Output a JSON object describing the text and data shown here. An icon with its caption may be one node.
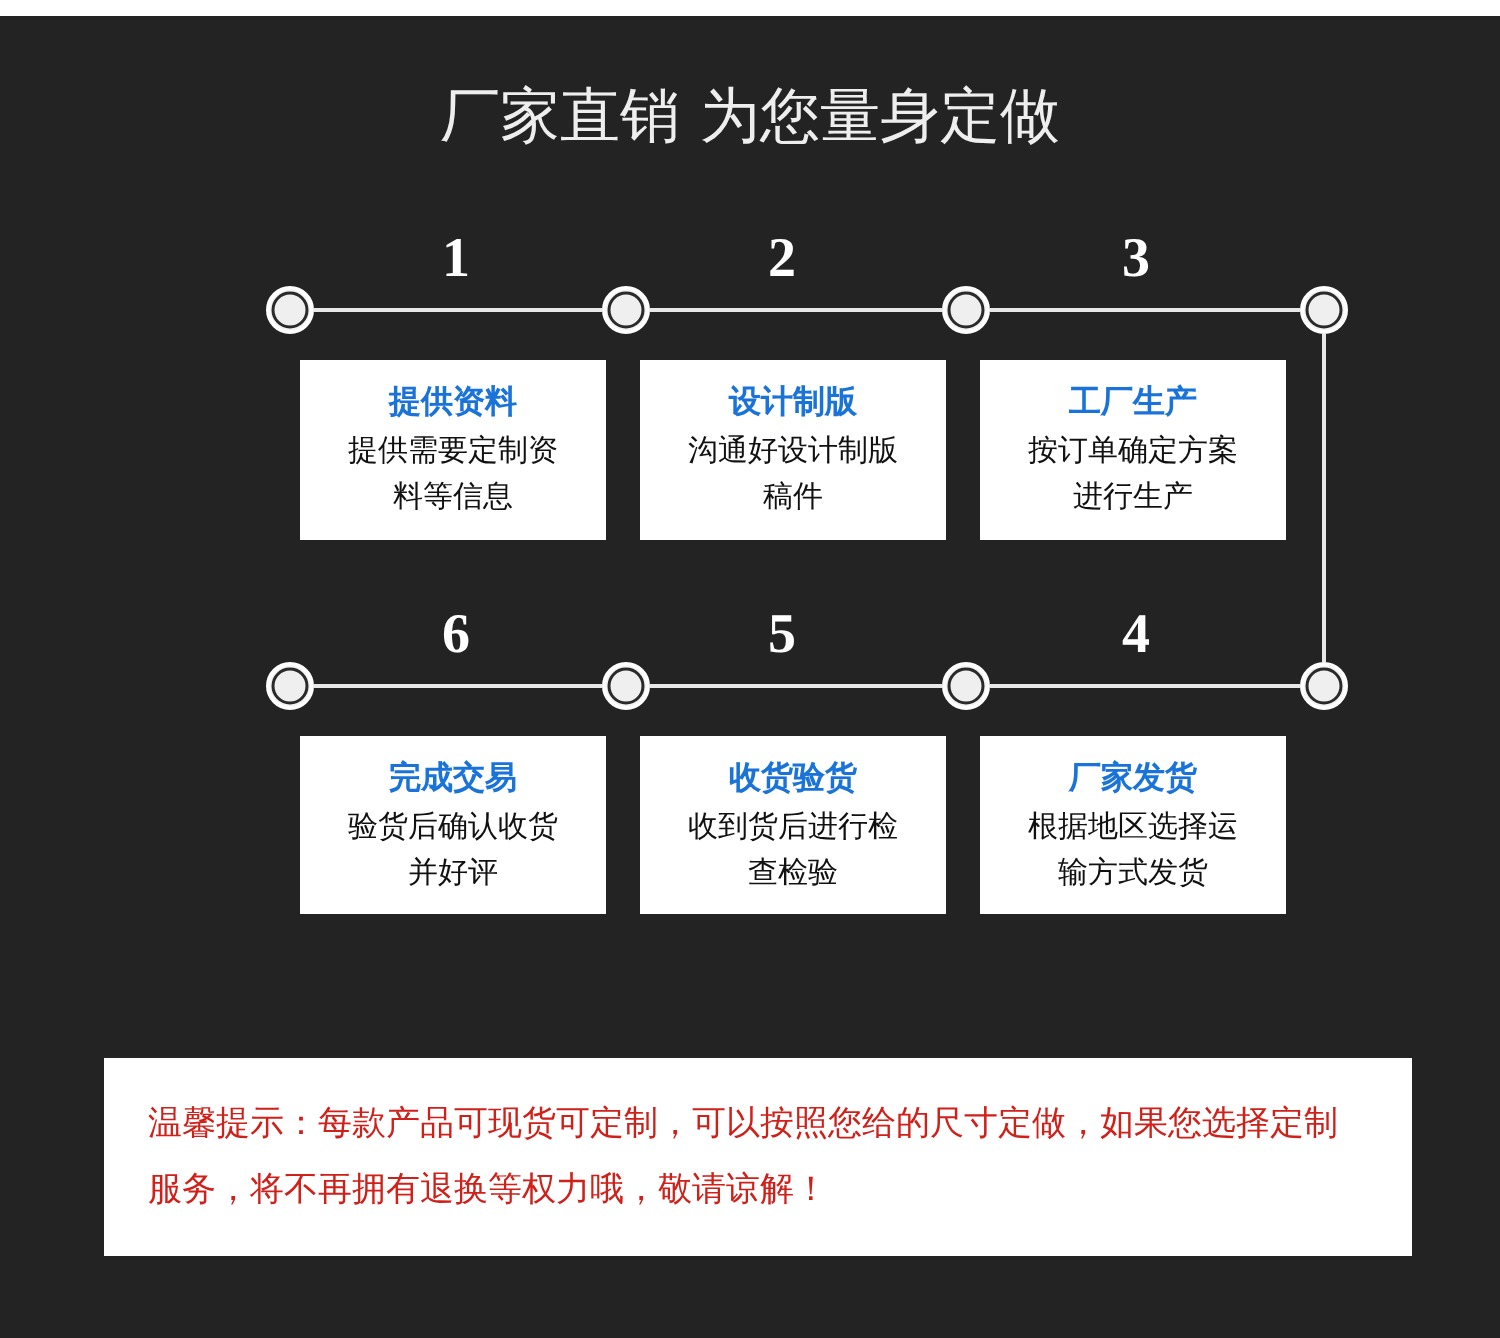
{
  "diagram": {
    "title": "厂家直销 为您量身定做",
    "nodes": [
      {
        "text": [],
        "shape": "circle"
      },
      {
        "text": [],
        "shape": "circle"
      },
      {
        "text": [],
        "shape": "circle"
      },
      {
        "text": [],
        "shape": "circle"
      },
      {
        "text": [
          "提供资料",
          "提供需要定制资料等信息"
        ]
      },
      {
        "text": [
          "设计制版",
          "沟通好设计制版稿件"
        ]
      },
      {
        "text": [
          "工厂生产",
          "按订单确定方案进行生产"
        ]
      },
      {
        "text": [],
        "shape": "circle"
      },
      {
        "text": [],
        "shape": "circle"
      },
      {
        "text": [],
        "shape": "circle"
      },
      {
        "text": [],
        "shape": "circle"
      },
      {
        "text": [
          "完成交易",
          "验货后确认收货并好评"
        ]
      },
      {
        "text": [
          "收货验货",
          "收到货后进行检查检验"
        ]
      },
      {
        "text": [
          "厂家发货",
          "根据地区选择运输方式发货"
        ]
      },
      {
        "text": [
          "温馨提示：每款产品可现货可定制，可以按照您给的尺寸定做，如果您选择定制服务，将不再拥有退换等权力哦，敬请谅解！"
        ]
      }
    ],
    "edges": [
      {
        "from": 0,
        "to": 1,
        "arrow": "none"
      },
      {
        "from": 1,
        "to": 2,
        "arrow": "none"
      },
      {
        "from": 2,
        "to": 3,
        "arrow": "none"
      },
      {
        "from": 3,
        "to": 10,
        "arrow": "none"
      },
      {
        "from": 7,
        "to": 8,
        "arrow": "none"
      },
      {
        "from": 8,
        "to": 9,
        "arrow": "none"
      },
      {
        "from": 9,
        "to": 10,
        "arrow": "none"
      }
    ],
    "labels": [
      "1",
      "2",
      "3",
      "6",
      "5",
      "4"
    ]
  }
}
